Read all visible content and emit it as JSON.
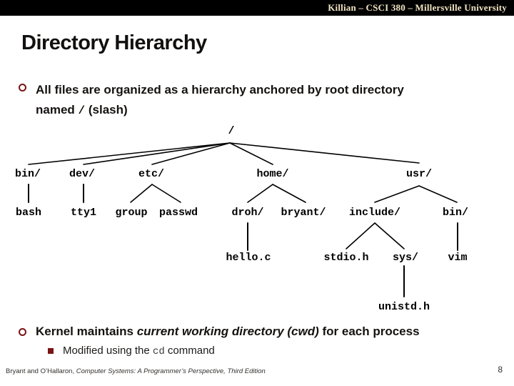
{
  "header": {
    "course_banner": "Killian – CSCI 380 – Millersville University"
  },
  "title": "Directory Hierarchy",
  "bullet1": {
    "line1": "All files are organized as a hierarchy anchored by root directory",
    "line2_pre": "named ",
    "slash": "/",
    "line2_post": " (slash)"
  },
  "tree": {
    "nodes": [
      "/",
      "bin/",
      "dev/",
      "etc/",
      "home/",
      "usr/",
      "bash",
      "tty1",
      "group",
      "passwd",
      "droh/",
      "bryant/",
      "include/",
      "bin/",
      "hello.c",
      "stdio.h",
      "sys/",
      "vim",
      "unistd.h"
    ]
  },
  "bullet2": {
    "pre": "Kernel maintains ",
    "emphasis": "current working directory (cwd)",
    "post": " for each process"
  },
  "subbullet": {
    "pre": "Modified using the ",
    "code": "cd",
    "post": " command"
  },
  "footer": {
    "authors": "Bryant and O’Hallaron, ",
    "book": "Computer Systems: A Programmer’s Perspective, Third Edition",
    "page_number": "8"
  },
  "colors": {
    "banner_bg": "#000000",
    "banner_text": "#f0e3c2",
    "bullet_accent": "#7b1414",
    "text": "#141210",
    "tree_text": "#000000"
  }
}
